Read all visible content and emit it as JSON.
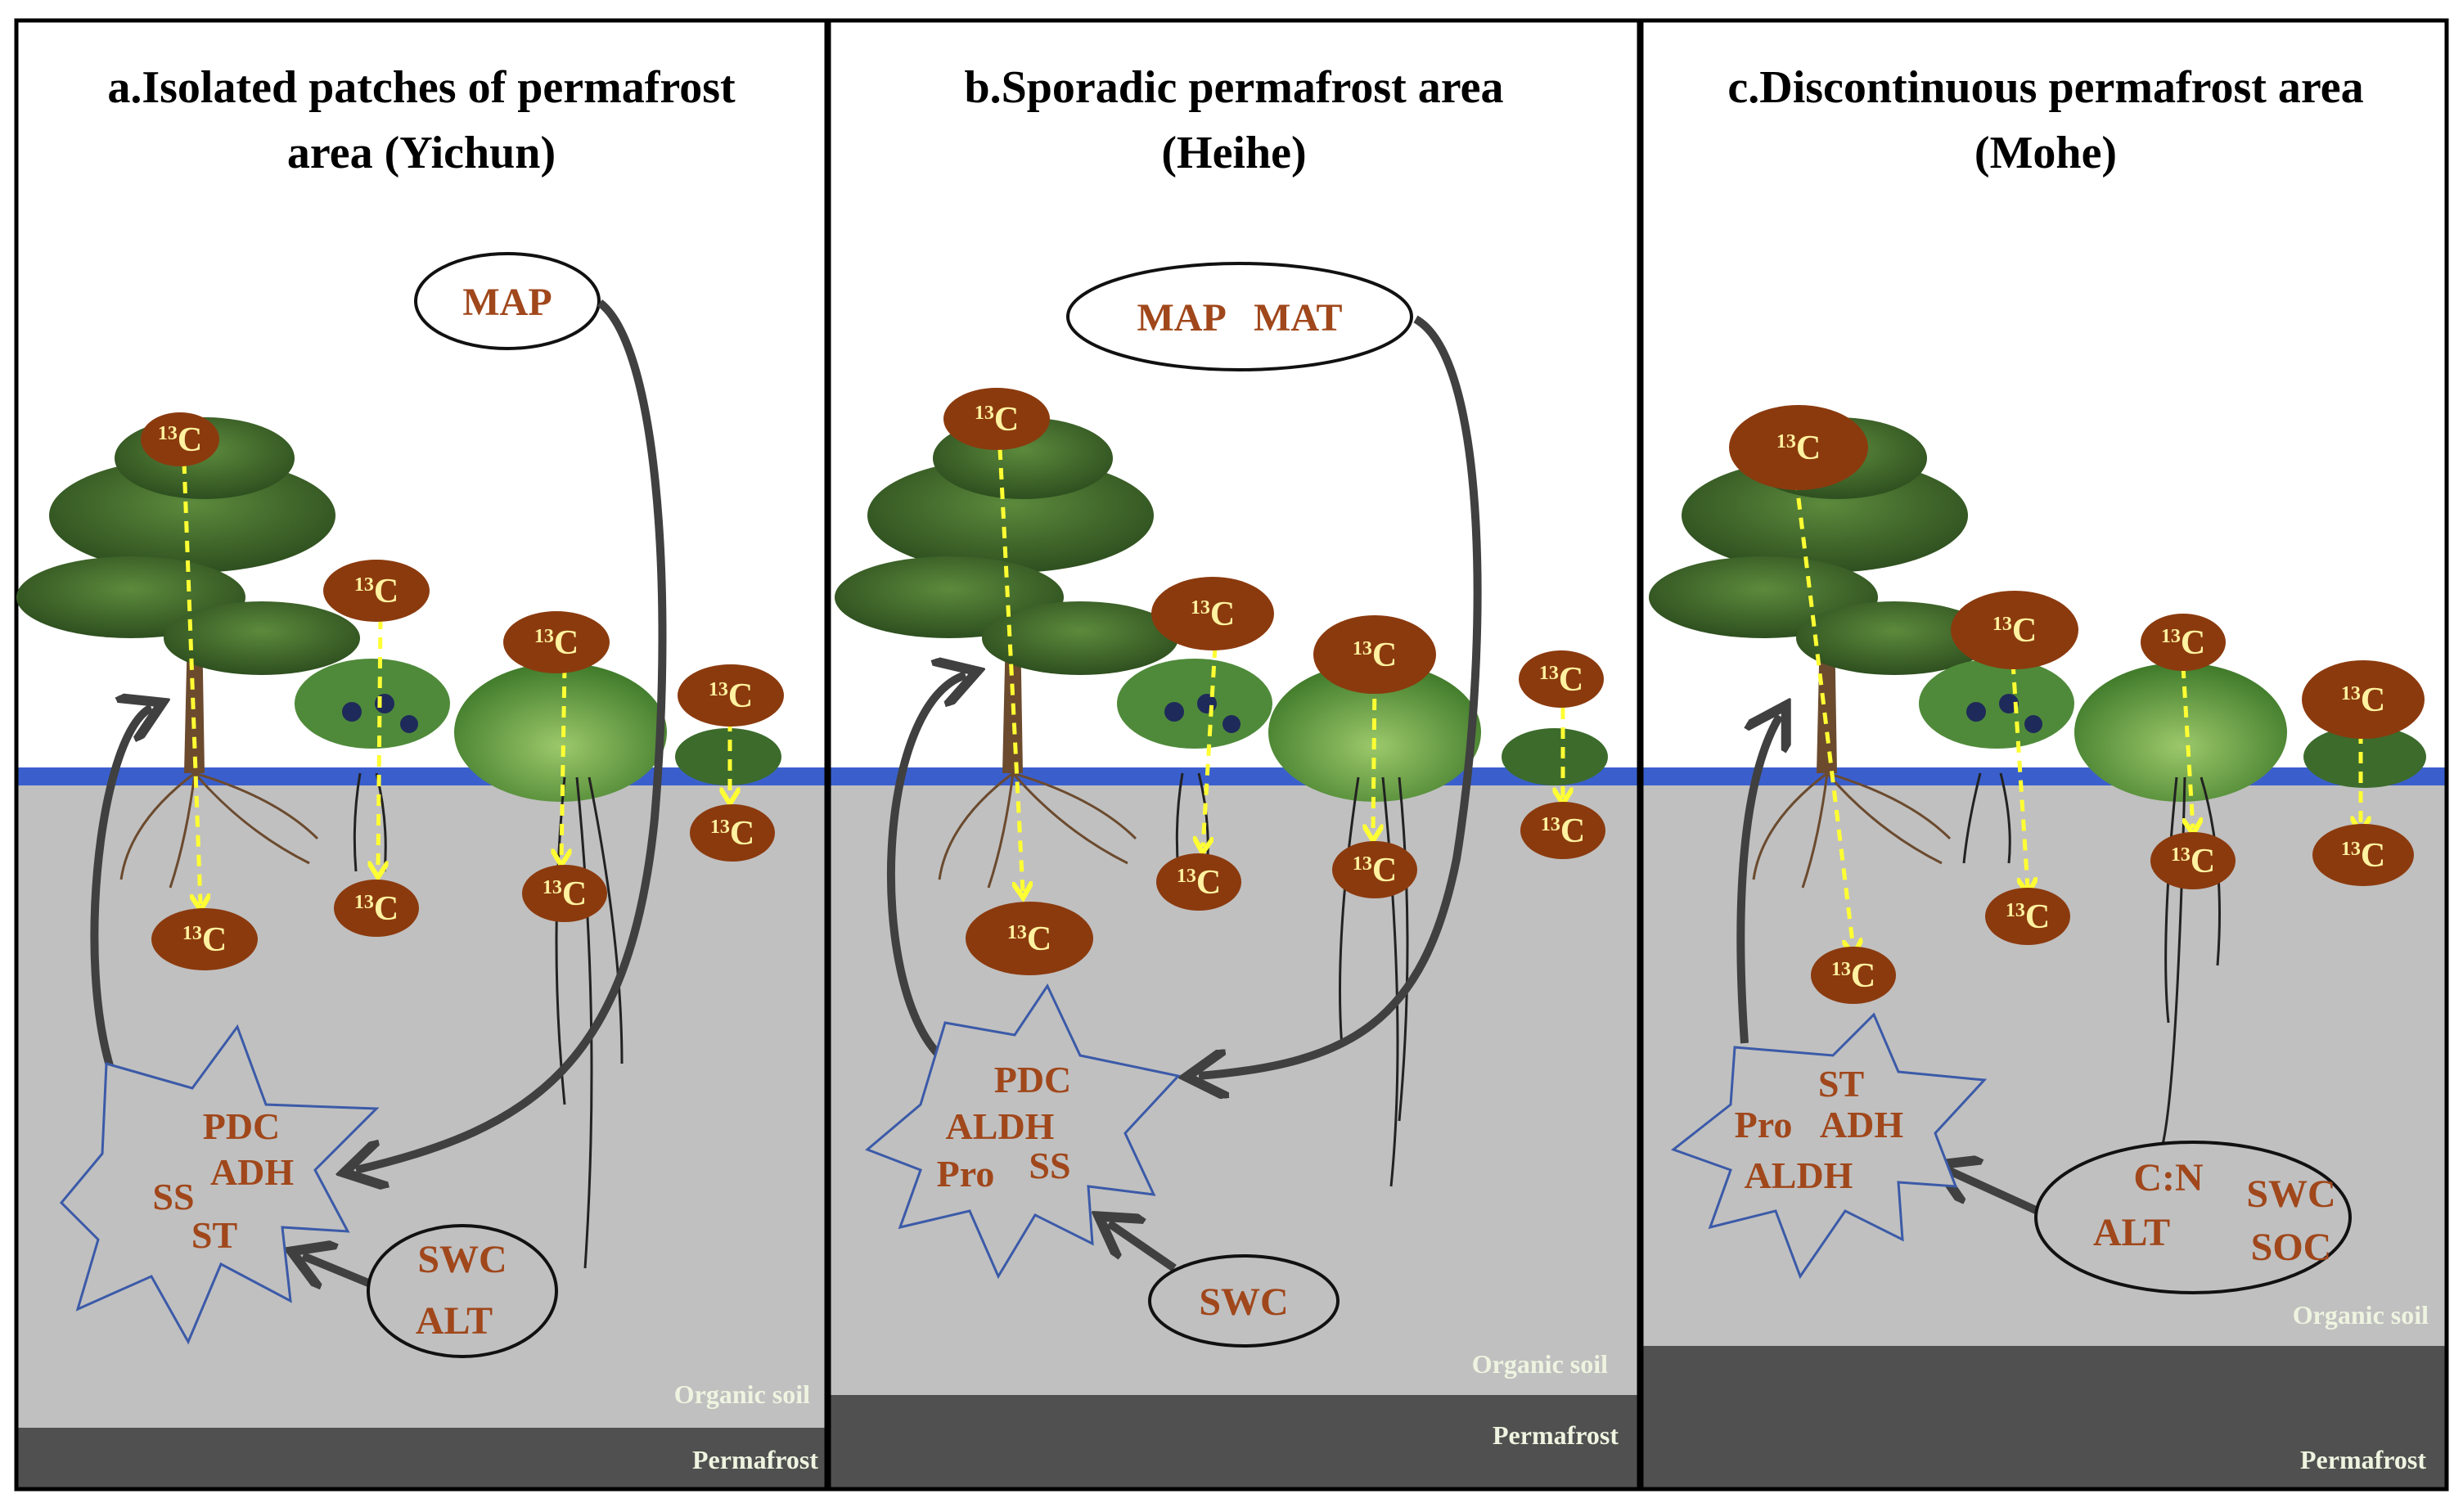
{
  "panels": [
    {
      "id": "a",
      "title_line1": "a.Isolated patches of permafrost",
      "title_line2": "area (Yichun)",
      "climate_oval": "MAP",
      "enzymes": [
        "PDC",
        "ADH",
        "SS",
        "ST"
      ],
      "soil_oval": [
        "SWC",
        "ALT"
      ],
      "organic_label": "Organic soil",
      "permafrost_label": "Permafrost"
    },
    {
      "id": "b",
      "title_line1": "b.Sporadic permafrost area",
      "title_line2": "(Heihe)",
      "climate_oval": "MAP   MAT",
      "enzymes": [
        "PDC",
        "ALDH",
        "Pro",
        "SS"
      ],
      "soil_oval": [
        "SWC"
      ],
      "organic_label": "Organic soil",
      "permafrost_label": "Permafrost"
    },
    {
      "id": "c",
      "title_line1": "c.Discontinuous permafrost area",
      "title_line2": "(Mohe)",
      "climate_oval": "",
      "enzymes": [
        "ST",
        "Pro",
        "ADH",
        "ALDH"
      ],
      "soil_oval": [
        "C:N",
        "SWC",
        "ALT",
        "SOC"
      ],
      "organic_label": "Organic soil",
      "permafrost_label": "Permafrost"
    }
  ],
  "isotope": {
    "sup": "13",
    "base": "C"
  },
  "colors": {
    "soil": "#c0c0c0",
    "permafrost": "#505050",
    "surface_line": "#3a5fcd",
    "isotope_fill": "#8b3a0e",
    "isotope_text": "#fff2a0",
    "label_text": "#a0471b",
    "arrow_dark": "#404040",
    "arrow_yellow": "#ffff33",
    "burst_stroke": "#3b5aa8"
  }
}
